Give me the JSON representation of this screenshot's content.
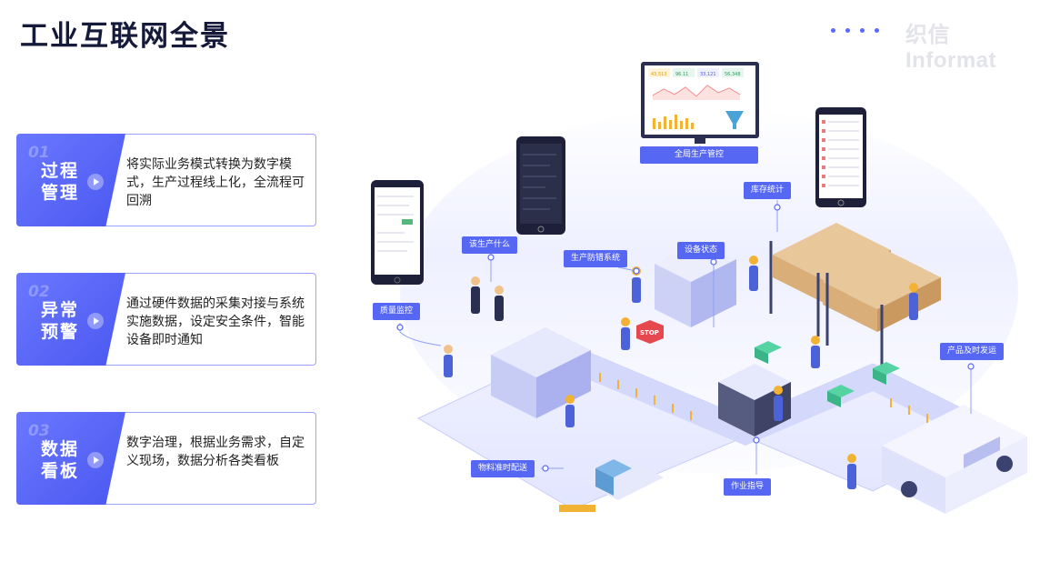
{
  "header": {
    "title": "工业互联网全景",
    "brand": "织信 Informat"
  },
  "features": [
    {
      "num": "01",
      "title": "过程管理",
      "desc": "将实际业务模式转换为数字模式，生产过程线上化，全流程可回溯"
    },
    {
      "num": "02",
      "title": "异常预警",
      "desc": "通过硬件数据的采集对接与系统实施数据，设定安全条件，智能设备即时通知"
    },
    {
      "num": "03",
      "title": "数据看板",
      "desc": "数字治理，根据业务需求，自定义现场，数据分析各类看板"
    }
  ],
  "diagram": {
    "labels": {
      "global": "全局生产管控",
      "what": "该生产什么",
      "antierror": "生产防错系统",
      "device": "设备状态",
      "inventory": "库存统计",
      "quality": "质量监控",
      "ship": "产品及时发运",
      "material": "物料准时配送",
      "guide": "作业指导"
    },
    "stop_sign": "STOP",
    "dashboard_kpis": [
      "43,513",
      "96.11",
      "33,121",
      "56,348"
    ]
  },
  "colors": {
    "accent": "#5567f3",
    "title": "#151a3a"
  }
}
